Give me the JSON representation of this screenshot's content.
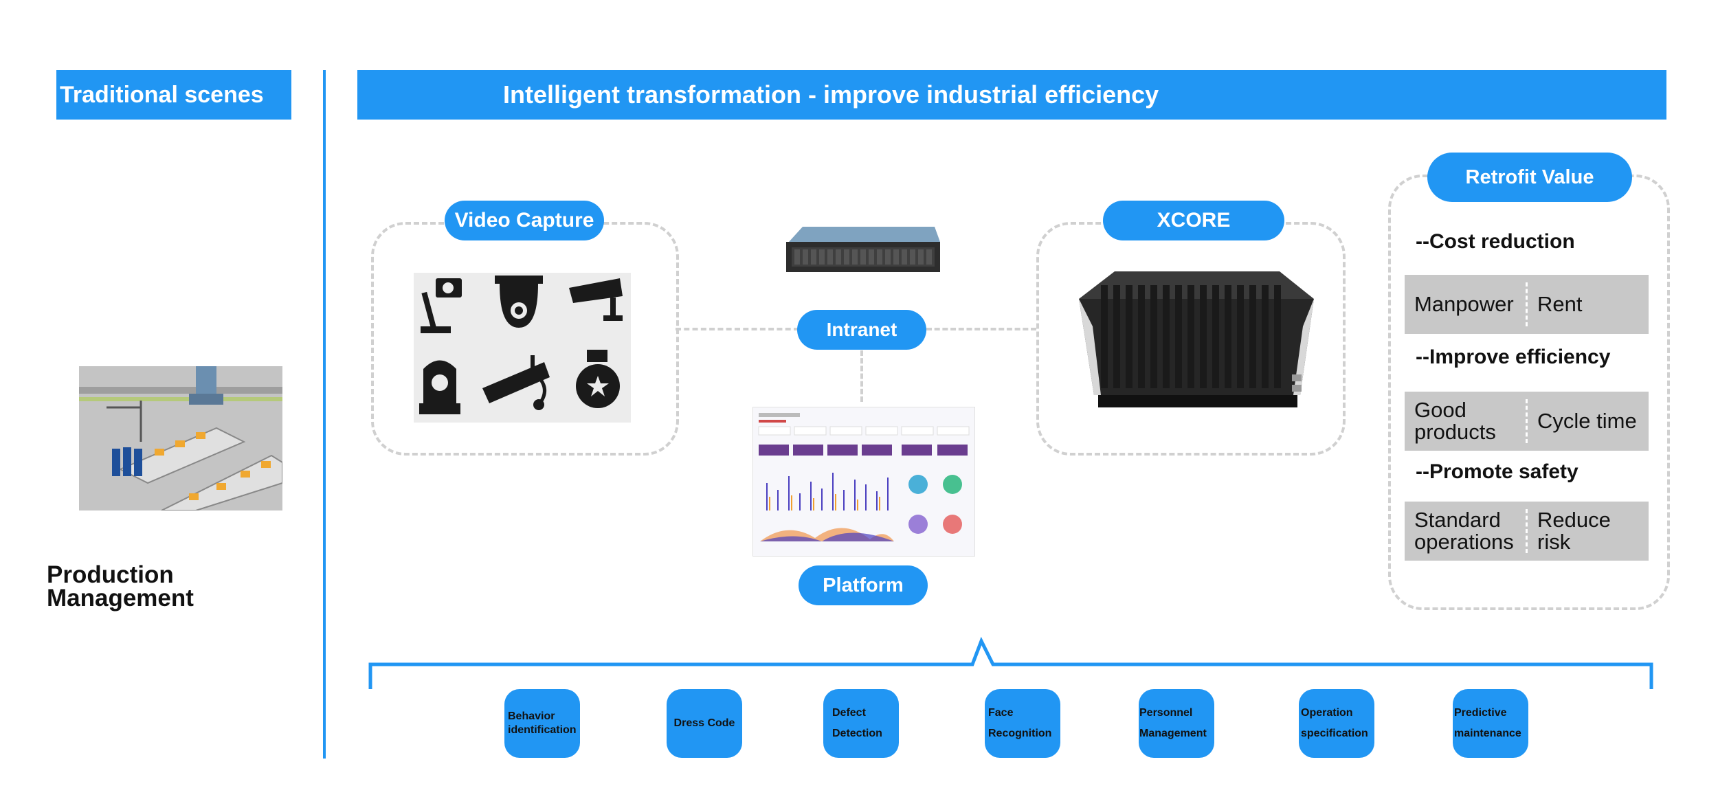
{
  "left": {
    "header": "Traditional scenes",
    "caption_line1": "Production",
    "caption_line2": "Management"
  },
  "right": {
    "header": "Intelligent transformation - improve industrial efficiency"
  },
  "nodes": {
    "video_capture": "Video Capture",
    "intranet": "Intranet",
    "platform": "Platform",
    "xcore": "XCORE"
  },
  "retrofit": {
    "title": "Retrofit Value",
    "groups": [
      {
        "heading": "--Cost reduction",
        "cells": [
          "Manpower",
          "Rent"
        ]
      },
      {
        "heading": "--Improve efficiency",
        "cells": [
          "Good products",
          "Cycle time"
        ]
      },
      {
        "heading": "--Promote safety",
        "cells": [
          "Standard operations",
          "Reduce risk"
        ]
      }
    ]
  },
  "applications": [
    "Behavior identification",
    "Dress Code",
    "Defect Detection",
    "Face Recognition",
    "Personnel Management",
    "Operation specification",
    "Predictive maintenance"
  ],
  "colors": {
    "accent": "#2196f3",
    "dash": "#d0d0d0",
    "cell_bg": "#c8c8c8"
  }
}
